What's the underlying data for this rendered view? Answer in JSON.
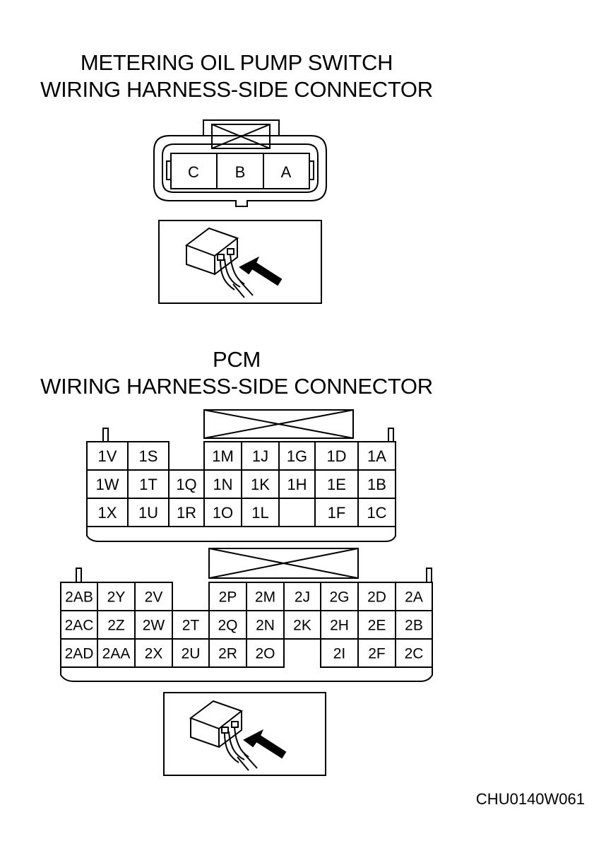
{
  "switch_connector": {
    "title_line1": "METERING OIL PUMP SWITCH",
    "title_line2": "WIRING HARNESS-SIDE CONNECTOR",
    "pins": [
      "C",
      "B",
      "A"
    ]
  },
  "pcm_connector": {
    "title_line1": "PCM",
    "title_line2": "WIRING HARNESS-SIDE CONNECTOR",
    "block1_rows": [
      [
        "1V",
        "1S",
        "",
        "1M",
        "1J",
        "1G",
        "1D",
        "1A"
      ],
      [
        "1W",
        "1T",
        "1Q",
        "1N",
        "1K",
        "1H",
        "1E",
        "1B"
      ],
      [
        "1X",
        "1U",
        "1R",
        "1O",
        "1L",
        "",
        "1F",
        "1C"
      ]
    ],
    "block2_rows": [
      [
        "2AB",
        "2Y",
        "2V",
        "",
        "2P",
        "2M",
        "2J",
        "2G",
        "2D",
        "2A"
      ],
      [
        "2AC",
        "2Z",
        "2W",
        "2T",
        "2Q",
        "2N",
        "2K",
        "2H",
        "2E",
        "2B"
      ],
      [
        "2AD",
        "2AA",
        "2X",
        "2U",
        "2R",
        "2O",
        "",
        "2I",
        "2F",
        "2C"
      ]
    ]
  },
  "figure_code": "CHU0140W061"
}
